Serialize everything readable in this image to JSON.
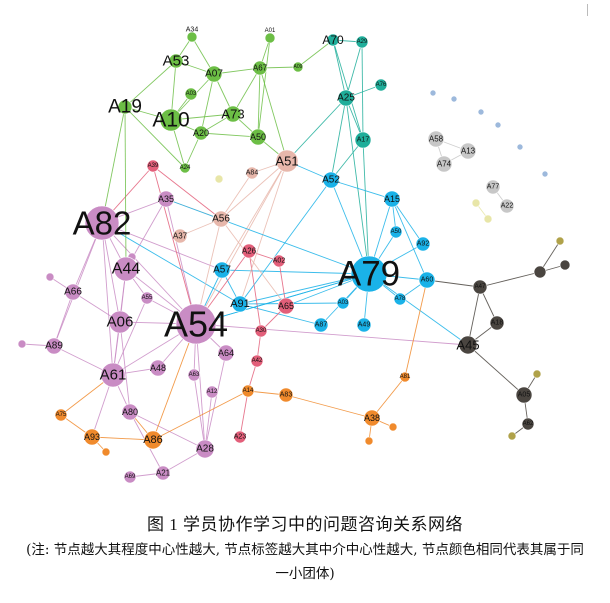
{
  "caption": {
    "title": "图 1  学员协作学习中的问题咨询关系网络",
    "note": "(注: 节点越大其程度中心性越大, 节点标签越大其中介中心性越大, 节点颜色相同代表其属于同一小团体)"
  },
  "colors": {
    "green": "#6cbe45",
    "pink": "#c98cc4",
    "blue": "#1ab2e8",
    "teal": "#1fae9a",
    "red": "#e35f7a",
    "peach": "#e7b7ab",
    "orange": "#f08a2c",
    "dark": "#4a4540",
    "olive": "#b0a24a",
    "grey": "#c7c7c7",
    "ltblue": "#9db9dc",
    "ltyellow": "#e8e6a8"
  },
  "nodes": [
    {
      "id": "A34"
    },
    {
      "id": "A01"
    },
    {
      "id": "A53"
    },
    {
      "id": "A07"
    },
    {
      "id": "A67"
    },
    {
      "id": "A09"
    },
    {
      "id": "A19"
    },
    {
      "id": "A03"
    },
    {
      "id": "A10"
    },
    {
      "id": "A73"
    },
    {
      "id": "A20"
    },
    {
      "id": "A50"
    },
    {
      "id": "A24"
    },
    {
      "id": "A70"
    },
    {
      "id": "A29"
    },
    {
      "id": "A76"
    },
    {
      "id": "A25"
    },
    {
      "id": "A17"
    },
    {
      "id": "A58"
    },
    {
      "id": "A74"
    },
    {
      "id": "A13"
    },
    {
      "id": "A77"
    },
    {
      "id": "A22"
    },
    {
      "id": "A39"
    },
    {
      "id": "A51"
    },
    {
      "id": "A84"
    },
    {
      "id": "A52"
    },
    {
      "id": "A15"
    },
    {
      "id": "A82"
    },
    {
      "id": "A35"
    },
    {
      "id": "A37"
    },
    {
      "id": "A56"
    },
    {
      "id": "A26"
    },
    {
      "id": "A02"
    },
    {
      "id": "A44"
    },
    {
      "id": "A57"
    },
    {
      "id": "A79"
    },
    {
      "id": "A60"
    },
    {
      "id": "A92"
    },
    {
      "id": "A50"
    },
    {
      "id": "A66"
    },
    {
      "id": "A55"
    },
    {
      "id": "A91"
    },
    {
      "id": "A65"
    },
    {
      "id": "A03"
    },
    {
      "id": "A06"
    },
    {
      "id": "A54"
    },
    {
      "id": "A87"
    },
    {
      "id": "A49"
    },
    {
      "id": "A78"
    },
    {
      "id": "A30"
    },
    {
      "id": "A89"
    },
    {
      "id": "A64"
    },
    {
      "id": "A42"
    },
    {
      "id": "A61"
    },
    {
      "id": "A48"
    },
    {
      "id": "A63"
    },
    {
      "id": "A12"
    },
    {
      "id": "A14"
    },
    {
      "id": "A83"
    },
    {
      "id": "A81"
    },
    {
      "id": "A80"
    },
    {
      "id": "A75"
    },
    {
      "id": "A38"
    },
    {
      "id": "A93"
    },
    {
      "id": "A86"
    },
    {
      "id": "A23"
    },
    {
      "id": "A28"
    },
    {
      "id": "A21"
    },
    {
      "id": "A69"
    },
    {
      "id": "A47"
    },
    {
      "id": "A18"
    },
    {
      "id": "A45"
    },
    {
      "id": "A05"
    },
    {
      "id": "A62"
    }
  ]
}
